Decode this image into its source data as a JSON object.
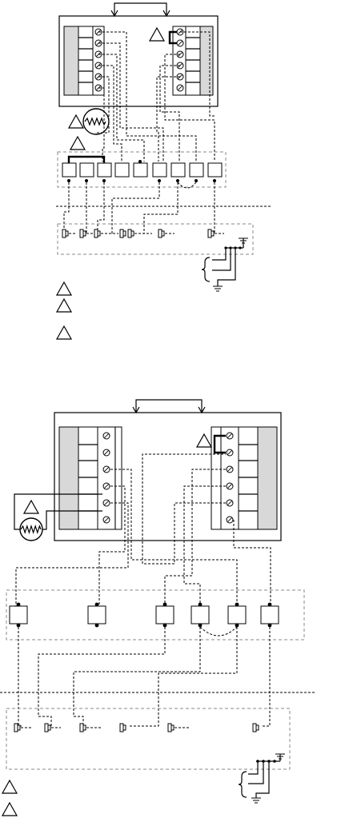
{
  "diagram_1": {
    "left_strip_terminals": 6,
    "right_strip_terminals": 6,
    "terminal_block_count": 9,
    "device_count": 6,
    "ground_wires": 3,
    "note_markers": 3
  },
  "diagram_2": {
    "left_strip_terminals": 6,
    "right_strip_terminals": 6,
    "terminal_block_count": 6,
    "device_count": 6,
    "ground_wires": 3,
    "note_markers": 2
  },
  "icons": {
    "note_marker": "triangle-icon",
    "sensor": "thermistor-icon",
    "ground": "ground-icon",
    "terminal_screw": "screw-icon"
  },
  "colors": {
    "line": "#000000",
    "dashed_enclosure": "#888888",
    "terminal_fill": "#d8d8d8"
  }
}
